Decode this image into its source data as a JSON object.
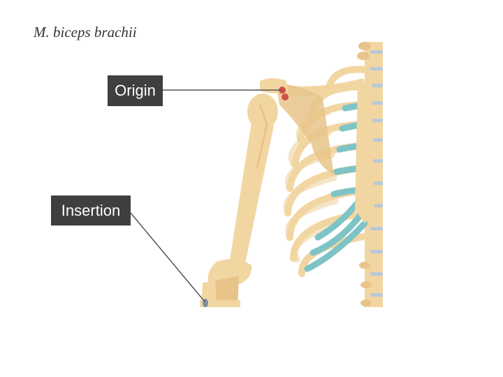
{
  "title": "M. biceps brachii",
  "labels": {
    "origin": "Origin",
    "insertion": "Insertion"
  },
  "colors": {
    "bone": "#f2d6a2",
    "bone_shade": "#e8c48a",
    "rib_faded": "#f6e4c6",
    "cartilage": "#7ec4c6",
    "vertebra_disc": "#b9c9d6",
    "origin_marker": "#d0504a",
    "label_bg": "#3f3f3f",
    "leader_line": "#555555"
  }
}
